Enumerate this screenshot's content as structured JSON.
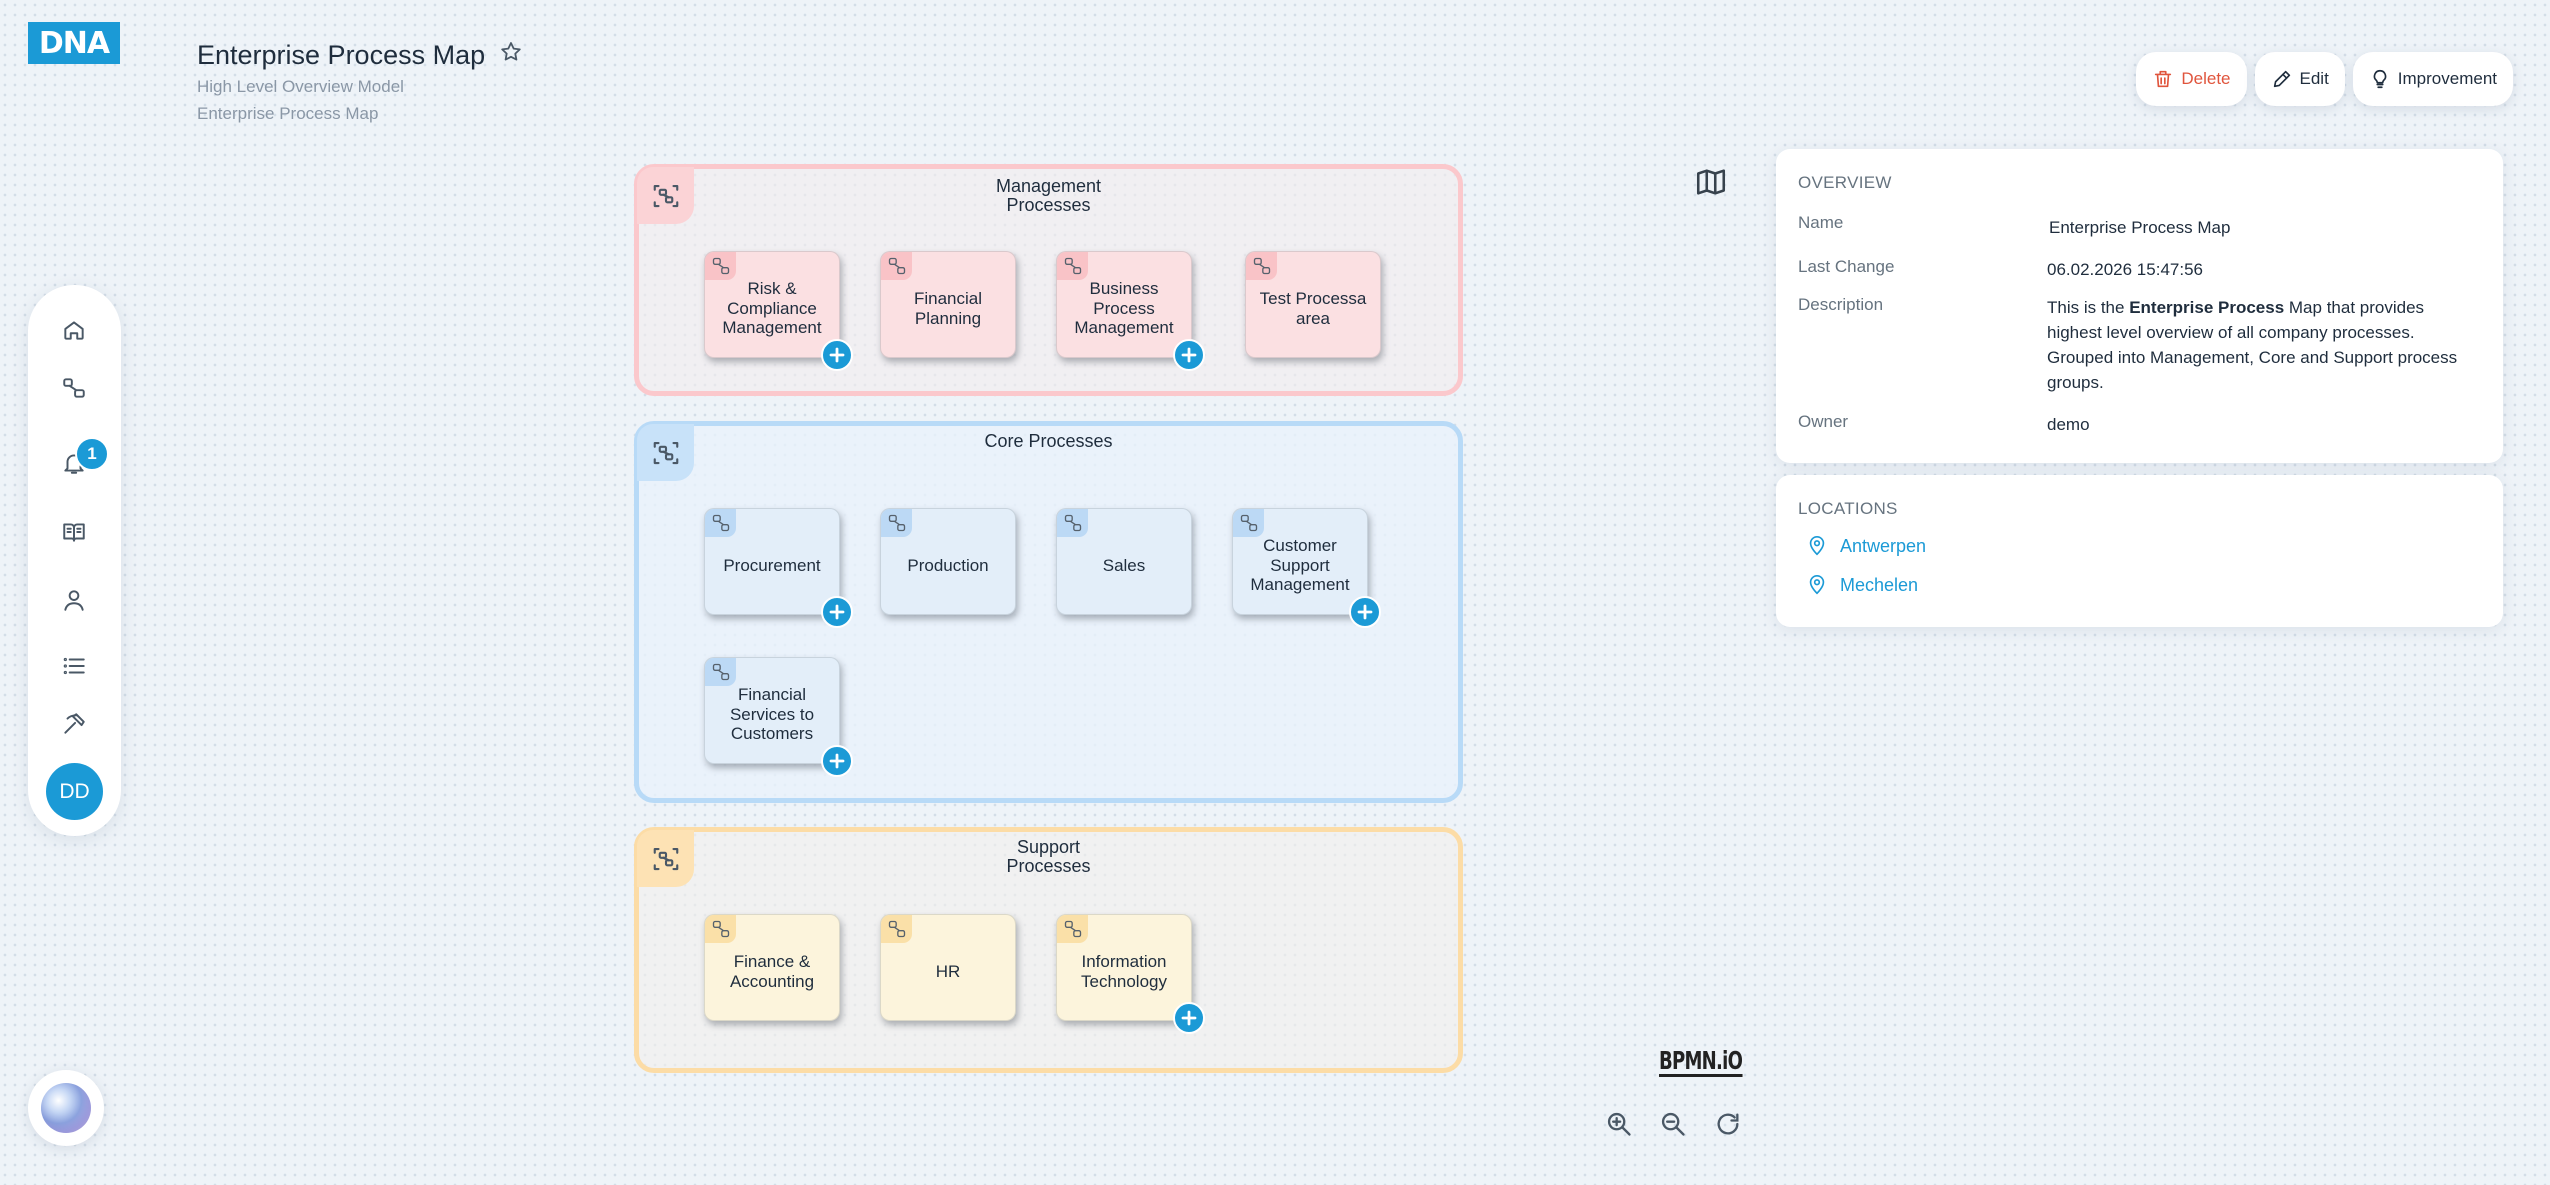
{
  "app": {
    "logo": "DNA"
  },
  "header": {
    "title": "Enterprise Process Map",
    "subtitle": "High Level Overview Model",
    "breadcrumb": "Enterprise Process Map"
  },
  "sidebar": {
    "notification_count": "1",
    "avatar_initials": "DD",
    "items": [
      "home-icon",
      "process-icon",
      "bell-icon",
      "book-icon",
      "user-icon",
      "list-icon",
      "hammer-icon"
    ]
  },
  "actions": {
    "delete": "Delete",
    "edit": "Edit",
    "improvement": "Improvement"
  },
  "pools": [
    {
      "label": "Management\nProcesses",
      "color": "#fbc8cc",
      "tasks": [
        "Risk & Compliance Management",
        "Financial Planning",
        "Business Process Management",
        "Test Processa area"
      ]
    },
    {
      "label": "Core Processes",
      "color": "#b8daf7",
      "tasks": [
        "Procurement",
        "Production",
        "Sales",
        "Customer Support Management",
        "Financial Services to Customers"
      ]
    },
    {
      "label": "Support\nProcesses",
      "color": "#fcdca6",
      "tasks": [
        "Finance & Accounting",
        "HR",
        "Information Technology"
      ]
    }
  ],
  "overview": {
    "heading": "OVERVIEW",
    "name_label": "Name",
    "name_value": "Enterprise Process Map",
    "last_change_label": "Last Change",
    "last_change_value": "06.02.2026 15:47:56",
    "description_label": "Description",
    "description_pre": "This is the ",
    "description_bold": "Enterprise Process",
    "description_post": " Map that provides highest level overview of all company processes. Grouped into Management, Core and Support process groups.",
    "owner_label": "Owner",
    "owner_value": "demo"
  },
  "locations": {
    "heading": "LOCATIONS",
    "items": [
      "Antwerpen",
      "Mechelen"
    ]
  },
  "canvas": {
    "bpmn_logo": "BPMN.iO"
  },
  "colors": {
    "accent": "#1b9ad6",
    "danger": "#e0553d"
  }
}
